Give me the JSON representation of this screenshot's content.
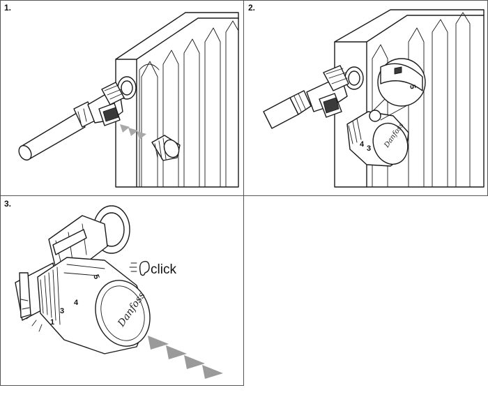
{
  "steps": [
    {
      "number": "1."
    },
    {
      "number": "2."
    },
    {
      "number": "3."
    }
  ],
  "step2": {
    "dial_mark": "5",
    "scale_marks": [
      "4",
      "3"
    ],
    "brand": "Danfoss"
  },
  "step3": {
    "sound_label": "click",
    "dial_mark": "5",
    "scale_marks": [
      "4",
      "3",
      "1"
    ],
    "brand": "Danfoss"
  },
  "colors": {
    "line": "#1a1a1a",
    "arrow": "#a8a8a8",
    "grid": "#555555"
  },
  "icons": [
    "ear-sound-icon",
    "direction-arrows"
  ]
}
